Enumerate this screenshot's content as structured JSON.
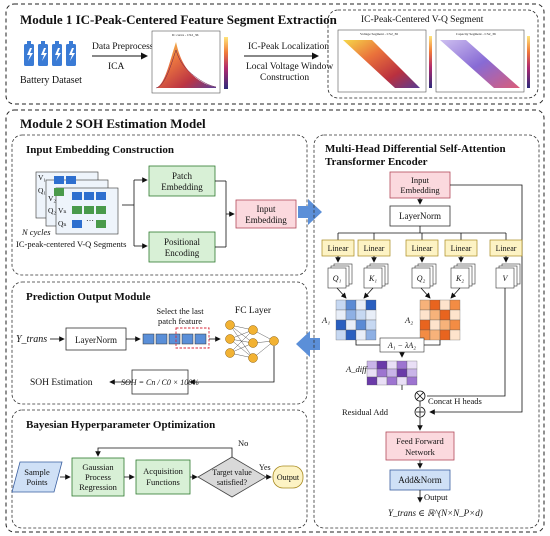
{
  "module1": {
    "title": "Module 1 IC-Peak-Centered Feature Segment Extraction",
    "battery_label": "Battery Dataset",
    "step1_top": "Data Preprocessing",
    "step1_bottom": "ICA",
    "step2_top": "IC-Peak Localization",
    "step2_bottom_1": "Local Voltage Window",
    "step2_bottom_2": "Construction",
    "vq_title": "IC-Peak-Centered V-Q Segment",
    "ic_plot_caption": "IC curve - CS2_36",
    "vq_plot1_caption": "Voltage Segment - CS2_36",
    "vq_plot2_caption": "Capacity Segment - CS2_36"
  },
  "module2": {
    "title": "Module 2 SOH Estimation Model",
    "input_embed": {
      "title": "Input Embedding Construction",
      "patch": [
        "Patch",
        "Embedding"
      ],
      "pos": [
        "Positional",
        "Encoding"
      ],
      "input": [
        "Input",
        "Embedding"
      ],
      "ncycles": "N cycles",
      "segments": "IC-peak-centered V-Q Segments",
      "cells": [
        "V₁",
        "Q₁",
        "V₂",
        "Q₂",
        "Vₙ",
        "Qₙ"
      ]
    },
    "encoder": {
      "title_1": "Multi-Head Differential Self-Attention",
      "title_2": "Transformer Encoder",
      "input": [
        "Input",
        "Embedding"
      ],
      "layernorm": "LayerNorm",
      "linear": "Linear",
      "heads": [
        "Q₁",
        "K₁",
        "Q₂",
        "K₂",
        "V"
      ],
      "a1": "A₁",
      "a2": "A₂",
      "diff": "A₁ − λA₂",
      "adiff": "A_diff",
      "concat": "Concat H heads",
      "residual": "Residual Add",
      "ffn": [
        "Feed Forward",
        "Network"
      ],
      "addnorm": "Add&Norm",
      "output": "Output",
      "ytrans": "Y_trans ∈ ℝ^(N×N_P×d)"
    },
    "prediction": {
      "title": "Prediction Output Module",
      "y_input": "Y_trans",
      "layernorm": "LayerNorm",
      "select_1": "Select the last",
      "select_2": "patch feature",
      "fc": "FC Layer",
      "soh_label": "SOH Estimation",
      "soh_formula": "SOH = Cn / C0 × 100%"
    },
    "bayes": {
      "title": "Bayesian Hyperparameter Optimization",
      "sample": [
        "Sample",
        "Points"
      ],
      "gp": [
        "Gaussian",
        "Process",
        "Regression"
      ],
      "acq": [
        "Acquisition",
        "Functions"
      ],
      "target": [
        "Target value",
        "satisfied?"
      ],
      "no": "No",
      "yes": "Yes",
      "output": "Output"
    }
  },
  "colors": {
    "green_box": "#d8f0d6",
    "pink_box": "#fbd9de",
    "yellow_box": "#fdf3c4",
    "blue_box": "#cfe0f6",
    "arrow_blue": "#5b8fd8",
    "neuron": "#f2b233"
  }
}
